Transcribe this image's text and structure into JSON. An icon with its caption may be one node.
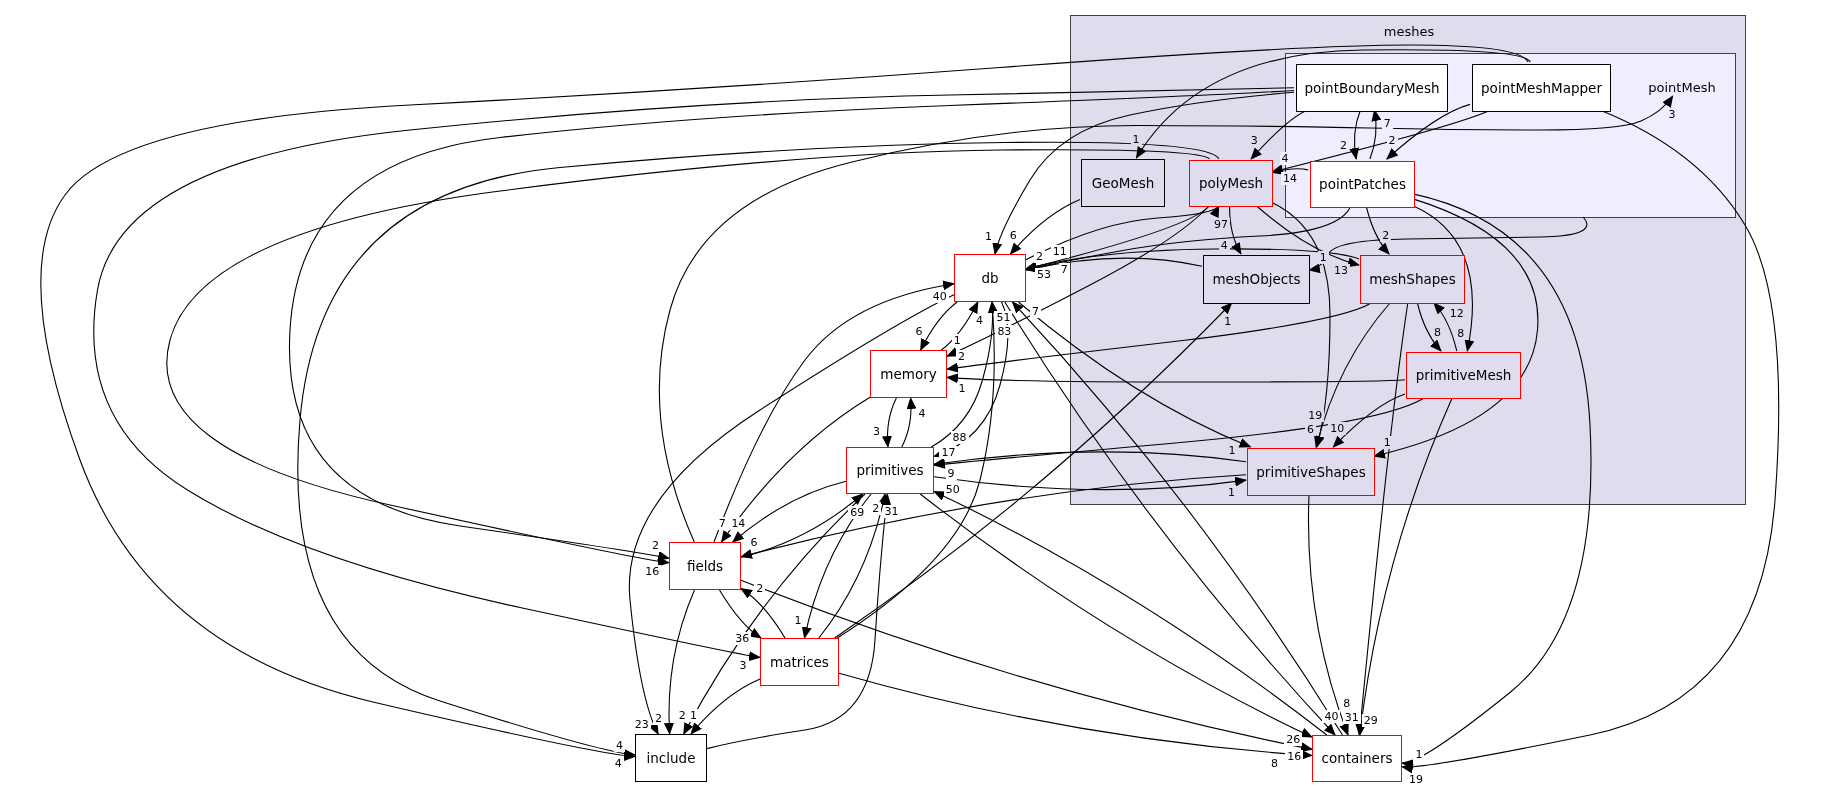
{
  "diagram": {
    "nodes": [
      {
        "text": [
          "meshes"
        ]
      },
      {
        "text": [
          "pointMesh"
        ],
        "in": 0
      },
      {
        "text": [
          "pointBoundaryMesh"
        ],
        "in": 1
      },
      {
        "text": [
          "pointMeshMapper"
        ],
        "in": 1
      },
      {
        "text": [
          "pointPatches"
        ],
        "in": 1
      },
      {
        "text": [
          "GeoMesh"
        ],
        "in": 0
      },
      {
        "text": [
          "polyMesh"
        ],
        "in": 0
      },
      {
        "text": [
          "meshObjects"
        ],
        "in": 0
      },
      {
        "text": [
          "meshShapes"
        ],
        "in": 0
      },
      {
        "text": [
          "primitiveMesh"
        ],
        "in": 0
      },
      {
        "text": [
          "primitiveShapes"
        ],
        "in": 0
      },
      {
        "text": [
          "db"
        ]
      },
      {
        "text": [
          "memory"
        ]
      },
      {
        "text": [
          "primitives"
        ]
      },
      {
        "text": [
          "fields"
        ]
      },
      {
        "text": [
          "matrices"
        ]
      },
      {
        "text": [
          "include"
        ]
      },
      {
        "text": [
          "containers"
        ]
      }
    ],
    "edges": [
      {
        "from": 2,
        "to": 6,
        "arrow": "to",
        "label": "3"
      },
      {
        "from": 3,
        "to": 6,
        "arrow": "to",
        "label": "4"
      },
      {
        "from": 2,
        "to": 4,
        "arrow": "to",
        "label": "2"
      },
      {
        "from": 4,
        "to": 2,
        "arrow": "to",
        "label": "7"
      },
      {
        "from": 3,
        "to": 4,
        "arrow": "to",
        "label": "2"
      },
      {
        "from": 4,
        "to": 6,
        "arrow": "to",
        "label": "14"
      },
      {
        "from": 6,
        "to": 7,
        "arrow": "to",
        "label": "4"
      },
      {
        "from": 6,
        "to": 8,
        "arrow": "to",
        "label": "13"
      },
      {
        "from": 4,
        "to": 8,
        "arrow": "to",
        "label": "2"
      },
      {
        "from": 1,
        "to": 7,
        "arrow": "to",
        "label": "1"
      },
      {
        "from": 14,
        "to": 1,
        "arrow": "to",
        "label": "3"
      },
      {
        "from": 8,
        "to": 9,
        "arrow": "to",
        "label": "8"
      },
      {
        "from": 9,
        "to": 8,
        "arrow": "to",
        "label": "12"
      },
      {
        "from": 4,
        "to": 9,
        "arrow": "to",
        "label": "8"
      },
      {
        "from": 8,
        "to": 10,
        "arrow": "to",
        "label": "6"
      },
      {
        "from": 9,
        "to": 10,
        "arrow": "to",
        "label": "10"
      },
      {
        "from": 6,
        "to": 10,
        "arrow": "to",
        "label": "19"
      },
      {
        "from": 13,
        "to": 10,
        "arrow": "to",
        "label": "1"
      },
      {
        "from": 10,
        "to": 13,
        "arrow": "to",
        "label": "17"
      },
      {
        "from": 10,
        "to": 14,
        "arrow": "to",
        "label": "6"
      },
      {
        "from": 7,
        "to": 11,
        "arrow": "to",
        "label": "2"
      },
      {
        "from": 5,
        "to": 11,
        "arrow": "to",
        "label": "6"
      },
      {
        "from": 6,
        "to": 11,
        "arrow": "to",
        "label": "53"
      },
      {
        "from": 11,
        "to": 6,
        "arrow": "to",
        "label": "97"
      },
      {
        "from": 4,
        "to": 11,
        "arrow": "to",
        "label": "11"
      },
      {
        "from": 8,
        "to": 11,
        "arrow": "to",
        "label": "7"
      },
      {
        "from": 2,
        "to": 11,
        "arrow": "to",
        "label": "1"
      },
      {
        "from": 11,
        "to": 12,
        "arrow": "to",
        "label": "6"
      },
      {
        "from": 12,
        "to": 11,
        "arrow": "to",
        "label": "4"
      },
      {
        "from": 12,
        "to": 13,
        "arrow": "to",
        "label": "3"
      },
      {
        "from": 13,
        "to": 12,
        "arrow": "to",
        "label": "4"
      },
      {
        "from": 13,
        "to": 11,
        "arrow": "to",
        "label": "51"
      },
      {
        "from": 11,
        "to": 13,
        "arrow": "to",
        "label": "88"
      },
      {
        "from": 8,
        "to": 12,
        "arrow": "to",
        "label": "2"
      },
      {
        "from": 9,
        "to": 12,
        "arrow": "to",
        "label": "1"
      },
      {
        "from": 9,
        "to": 13,
        "arrow": "to",
        "label": "9"
      },
      {
        "from": 14,
        "to": 13,
        "arrow": "to",
        "label": "69"
      },
      {
        "from": 13,
        "to": 14,
        "arrow": "to",
        "label": "14"
      },
      {
        "from": 14,
        "to": 11,
        "arrow": "to",
        "label": "40"
      },
      {
        "from": 14,
        "to": 15,
        "arrow": "to",
        "label": "36"
      },
      {
        "from": 15,
        "to": 14,
        "arrow": "to",
        "label": "2"
      },
      {
        "from": 14,
        "to": 16,
        "arrow": "to",
        "label": "2"
      },
      {
        "from": 14,
        "to": 17,
        "arrow": "to",
        "label": "16"
      },
      {
        "from": 15,
        "to": 13,
        "arrow": "to",
        "label": "31"
      },
      {
        "from": 13,
        "to": 15,
        "arrow": "to",
        "label": "1"
      },
      {
        "from": 15,
        "to": 16,
        "arrow": "to",
        "label": "1"
      },
      {
        "from": 15,
        "to": 17,
        "arrow": "to",
        "label": "8"
      },
      {
        "from": 15,
        "to": 7,
        "arrow": "to",
        "label": "1"
      },
      {
        "from": 15,
        "to": 11,
        "arrow": "to",
        "label": "83"
      },
      {
        "from": 13,
        "to": 16,
        "arrow": "to",
        "label": "2"
      },
      {
        "from": 16,
        "to": 13,
        "arrow": "to",
        "label": "2"
      },
      {
        "from": 13,
        "to": 17,
        "arrow": "to",
        "label": "26"
      },
      {
        "from": 17,
        "to": 13,
        "arrow": "to",
        "label": "50"
      },
      {
        "from": 17,
        "to": 11,
        "arrow": "to",
        "label": "7"
      },
      {
        "from": 11,
        "to": 17,
        "arrow": "to",
        "label": "40"
      },
      {
        "from": 9,
        "to": 17,
        "arrow": "to",
        "label": "31"
      },
      {
        "from": 10,
        "to": 17,
        "arrow": "to",
        "label": "8"
      },
      {
        "from": 8,
        "to": 17,
        "arrow": "to",
        "label": "29"
      },
      {
        "from": 4,
        "to": 17,
        "arrow": "to",
        "label": "1"
      },
      {
        "from": 3,
        "to": 17,
        "arrow": "to",
        "label": "19"
      },
      {
        "from": 11,
        "to": 16,
        "arrow": "to",
        "label": "23"
      },
      {
        "from": 6,
        "to": 16,
        "arrow": "to",
        "label": "4"
      },
      {
        "from": 2,
        "to": 15,
        "arrow": "to",
        "label": "3"
      },
      {
        "from": 3,
        "to": 16,
        "arrow": "to",
        "label": "4"
      },
      {
        "from": 3,
        "to": 5,
        "arrow": "to",
        "label": "1"
      },
      {
        "from": 6,
        "to": 14,
        "arrow": "to",
        "label": "16"
      },
      {
        "from": 12,
        "to": 14,
        "arrow": "to",
        "label": "7"
      },
      {
        "from": 2,
        "to": 14,
        "arrow": "to",
        "label": "2"
      },
      {
        "from": 6,
        "to": 12,
        "arrow": "to",
        "label": "1"
      },
      {
        "from": 11,
        "to": 10,
        "arrow": "to",
        "label": "1"
      },
      {
        "from": 4,
        "to": 10,
        "arrow": "to",
        "label": "1"
      }
    ]
  }
}
